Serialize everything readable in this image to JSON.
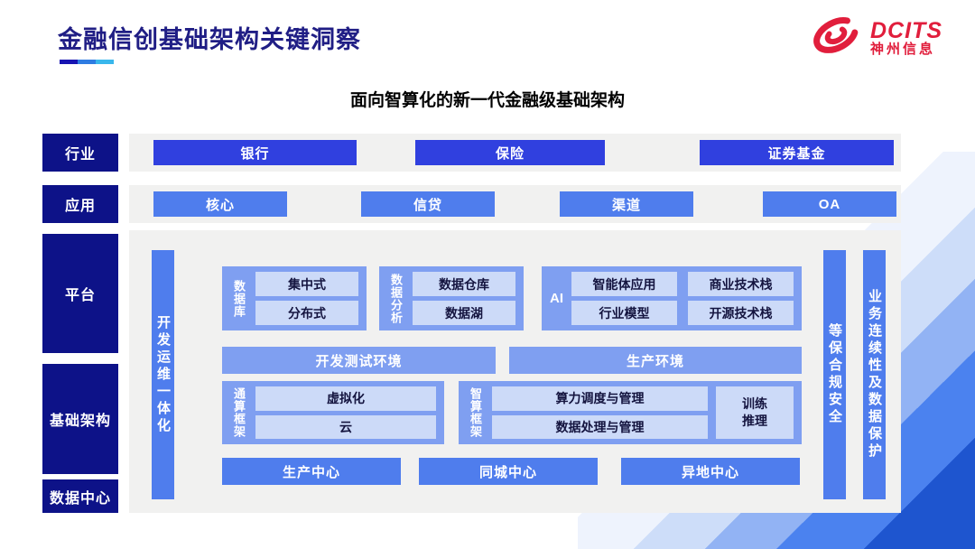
{
  "header": {
    "title": "金融信创基础架构关键洞察",
    "logo": {
      "brand": "DCITS",
      "company": "神州信息"
    }
  },
  "diagram": {
    "subtitle": "面向智算化的新一代金融级基础架构",
    "side_labels": [
      "行业",
      "应用",
      "平台",
      "基础架构",
      "数据中心"
    ],
    "industry": {
      "items": [
        "银行",
        "保险",
        "证券基金"
      ]
    },
    "application": {
      "items": [
        "核心",
        "信贷",
        "渠道",
        "OA"
      ]
    },
    "platform": {
      "devops_bar": "开发运维一体化",
      "database_group": {
        "label": "数据库",
        "items": [
          "集中式",
          "分布式"
        ]
      },
      "analytics_group": {
        "label": "数据分析",
        "items": [
          "数据仓库",
          "数据湖"
        ]
      },
      "ai_group": {
        "label": "AI",
        "items": [
          "智能体应用",
          "商业技术栈",
          "行业模型",
          "开源技术栈"
        ]
      },
      "environments": [
        "开发测试环境",
        "生产环境"
      ],
      "general_framework": {
        "label": "通算框架",
        "items": [
          "虚拟化",
          "云"
        ]
      },
      "intelligent_framework": {
        "label": "智算框架",
        "items": [
          "算力调度与管理",
          "数据处理与管理"
        ],
        "side_item": "训练推理"
      },
      "centers": [
        "生产中心",
        "同城中心",
        "异地中心"
      ],
      "security_bar": "等保合规安全",
      "continuity_bar": "业务连续性及数据保护"
    }
  },
  "colors": {
    "navy": "#0d1288",
    "royal_blue": "#3040df",
    "primary_blue": "#4f7ded",
    "group_blue": "#7f9ff1",
    "light_box": "#ccdaf8",
    "panel_gray": "#f1f1f0",
    "title_navy": "#201e85",
    "logo_red": "#e11e3c"
  }
}
